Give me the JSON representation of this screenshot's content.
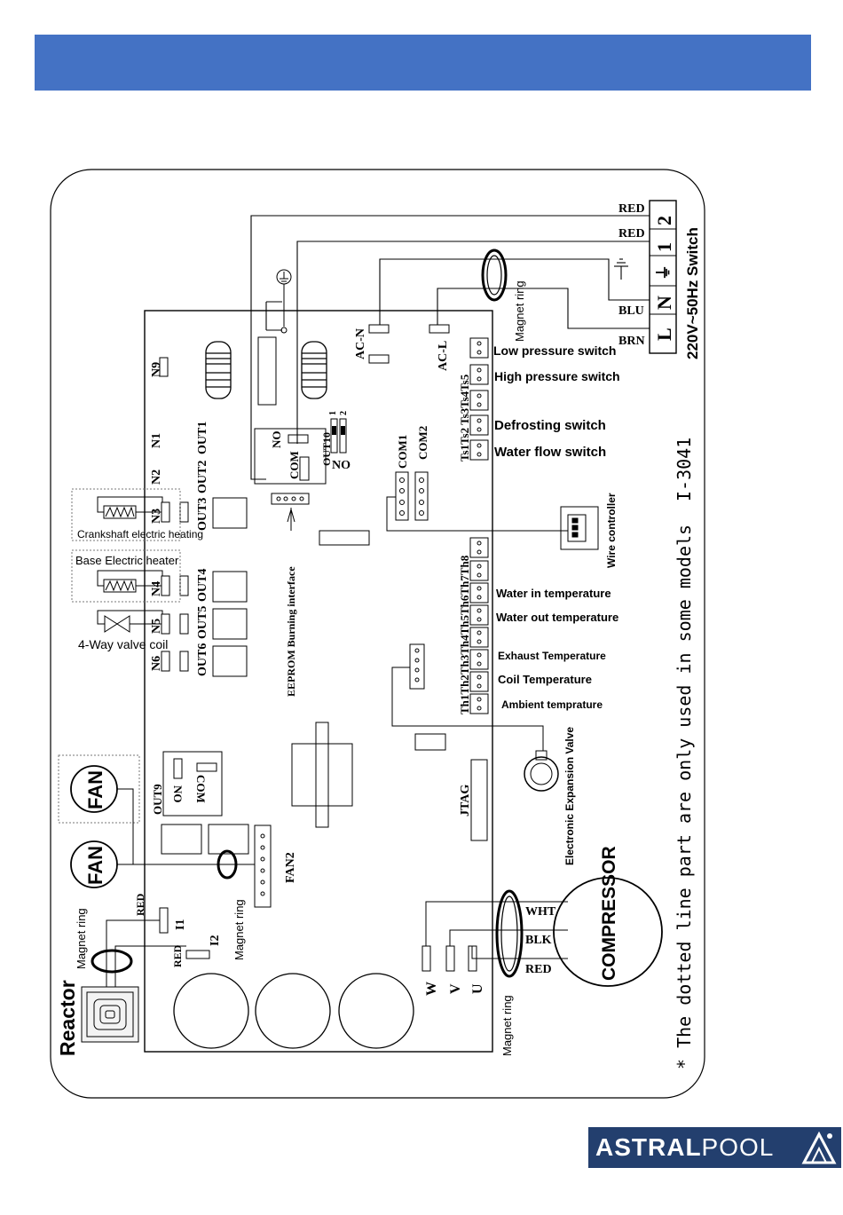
{
  "brand": {
    "name_bold": "ASTRAL",
    "name_regular": "POOL"
  },
  "power": {
    "terminal_1": "1",
    "terminal_2": "2",
    "terminal_L": "L",
    "terminal_N": "N",
    "terminal_ground": "⏚",
    "wire_red_1": "RED",
    "wire_red_2": "RED",
    "wire_blu": "BLU",
    "wire_brn": "BRN",
    "switch_label": "220V~50Hz Switch",
    "magnet_ring": "Magnet ring"
  },
  "switches": {
    "ts_labels": "Ts1Ts2 Ts3Ts4Ts5",
    "low_pressure": "Low pressure switch",
    "high_pressure": "High pressure switch",
    "defrosting": "Defrosting switch",
    "water_flow": "Water flow switch"
  },
  "board": {
    "ac_n": "AC-N",
    "ac_l": "AC-L",
    "n9": "N9",
    "n1": "N1",
    "n2": "N2",
    "n3": "N3",
    "n4": "N4",
    "n5": "N5",
    "n6": "N6",
    "out1": "OUT1",
    "out2": "OUT2",
    "out3": "OUT3",
    "out4": "OUT4",
    "out5": "OUT5",
    "out6": "OUT6",
    "out9": "OUT9",
    "out10": "OUT10",
    "no": "NO",
    "com": "COM",
    "out9_no": "NO",
    "out9_com": "COM",
    "com1": "COM1",
    "com2": "COM2",
    "dip_1": "1",
    "dip_2": "2",
    "eeprom": "EEPROM Burning interface",
    "jtag": "JTAG",
    "fan2": "FAN2",
    "i1": "I1",
    "i2": "I2",
    "w": "W",
    "v": "V",
    "u": "U"
  },
  "loads": {
    "crankshaft": "Crankshaft electric heating",
    "base_heater": "Base Electric heater",
    "four_way": "4-Way valve coil"
  },
  "sensors": {
    "th_labels": "Th1Th2Th3Th4Th5Th6Th7Th8",
    "water_in": "Water in temperature",
    "water_out": "Water out temperature",
    "exhaust": "Exhaust Temperature",
    "coil": "Coil Temperature",
    "ambient": "Ambient temprature"
  },
  "controller": {
    "wire_controller": "Wire controller",
    "eev": "Electronic Expansion Valve"
  },
  "fans": {
    "fan_top": "FAN",
    "fan_bottom": "FAN",
    "magnet_ring": "Magnet ring"
  },
  "reactor": {
    "label": "Reactor",
    "magnet_ring": "Magnet ring",
    "wire_red_1": "RED",
    "wire_red_2": "RED"
  },
  "compressor": {
    "label": "COMPRESSOR",
    "wire_wht": "WHT",
    "wire_blk": "BLK",
    "wire_red": "RED",
    "magnet_ring": "Magnet ring"
  },
  "notes": {
    "model": "I-3041",
    "dotted_note": "* The dotted line part are only used in some models"
  }
}
